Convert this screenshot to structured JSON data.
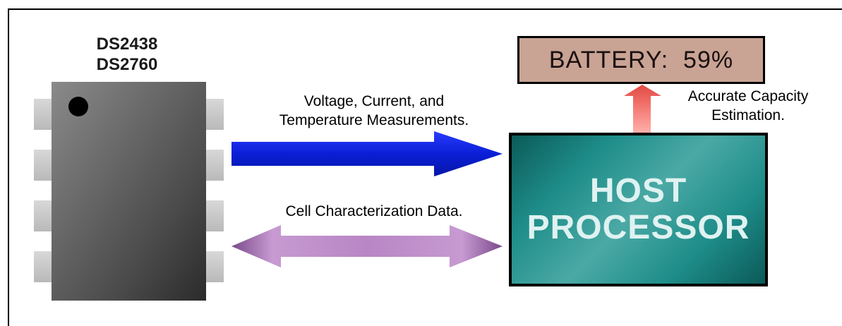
{
  "chip": {
    "label_line1": "DS2438",
    "label_line2": "DS2760"
  },
  "measurements_arrow": {
    "caption_line1": "Voltage, Current, and",
    "caption_line2": "Temperature Measurements.",
    "color": "#0a1fd6"
  },
  "characterization_arrow": {
    "caption": "Cell Characterization Data.",
    "color": "#9b6aa6"
  },
  "battery_display": {
    "text": "BATTERY:  59%",
    "background": "#c9a394"
  },
  "capacity_arrow": {
    "caption_line1": "Accurate Capacity",
    "caption_line2": "Estimation.",
    "color": "#f2706a"
  },
  "host_processor": {
    "line1": "HOST",
    "line2": "PROCESSOR",
    "color": "#1e8d89"
  }
}
